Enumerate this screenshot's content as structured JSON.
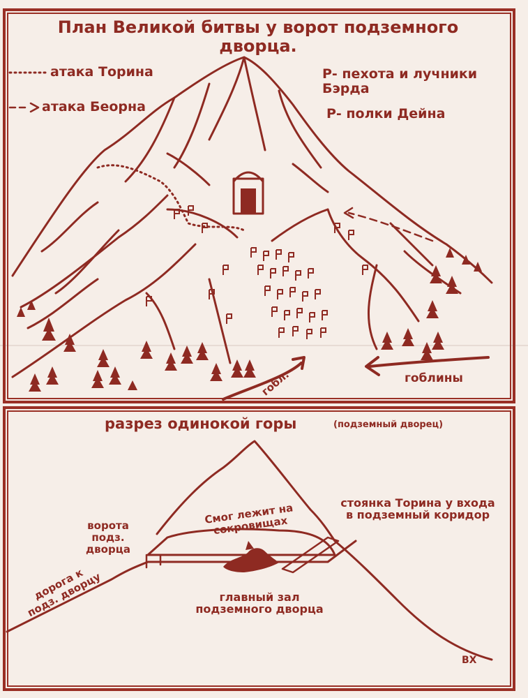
{
  "top_map": {
    "title": "План Великой битвы у ворот подземного дворца.",
    "legend": {
      "thorin_attack": "атака Торина",
      "beorn_attack": "атака Беорна",
      "bard_troops": "Р- пехота и лучники Бэрда",
      "dain_troops": "Р- полки Дейна"
    },
    "labels": {
      "goblins_left": "гобл.",
      "goblins_right": "гоблины"
    }
  },
  "bottom_map": {
    "title": "разрез одинокой горы",
    "subtitle": "(подземный дворец)",
    "labels": {
      "gate": "ворота подз. дворца",
      "road": "дорога к подз. дворцу",
      "smaug": "Смог лежит на сокровищах",
      "thorin_camp": "стоянка Торина у входа в подземный коридор",
      "main_hall": "главный зал подземного дворца",
      "signature": "BX"
    }
  },
  "colors": {
    "ink": "#8e2a22",
    "paper": "#f6eee8"
  }
}
